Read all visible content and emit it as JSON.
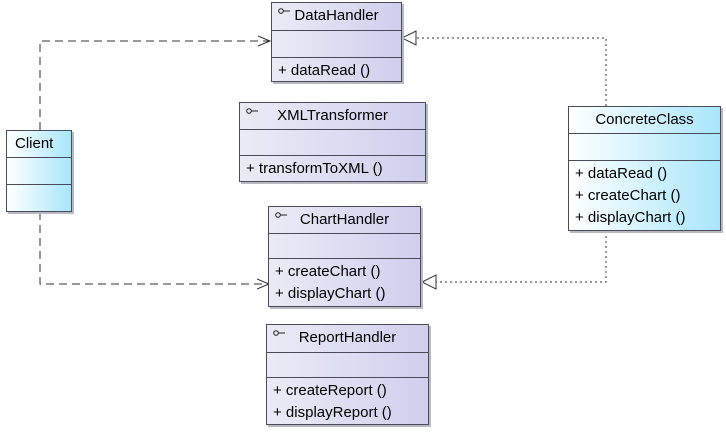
{
  "classes": {
    "data_handler": {
      "name": "DataHandler",
      "ops": [
        "+ dataRead ()"
      ]
    },
    "xml_transformer": {
      "name": "XMLTransformer",
      "ops": [
        "+ transformToXML ()"
      ]
    },
    "chart_handler": {
      "name": "ChartHandler",
      "ops": [
        "+ createChart ()",
        "+ displayChart ()"
      ]
    },
    "report_handler": {
      "name": "ReportHandler",
      "ops": [
        "+ createReport ()",
        "+ displayReport ()"
      ]
    },
    "client": {
      "name": "Client"
    },
    "concrete_class": {
      "name": "ConcreteClass",
      "ops": [
        "+ dataRead ()",
        "+ createChart ()",
        "+ displayChart ()"
      ]
    }
  },
  "colors": {
    "interface_fill_start": "#ebebf6",
    "interface_fill_end": "#cfcfee",
    "class_fill_start": "#ffffff",
    "class_fill_end": "#a8e6fb",
    "border": "#4a4a58",
    "edge": "#333333"
  }
}
